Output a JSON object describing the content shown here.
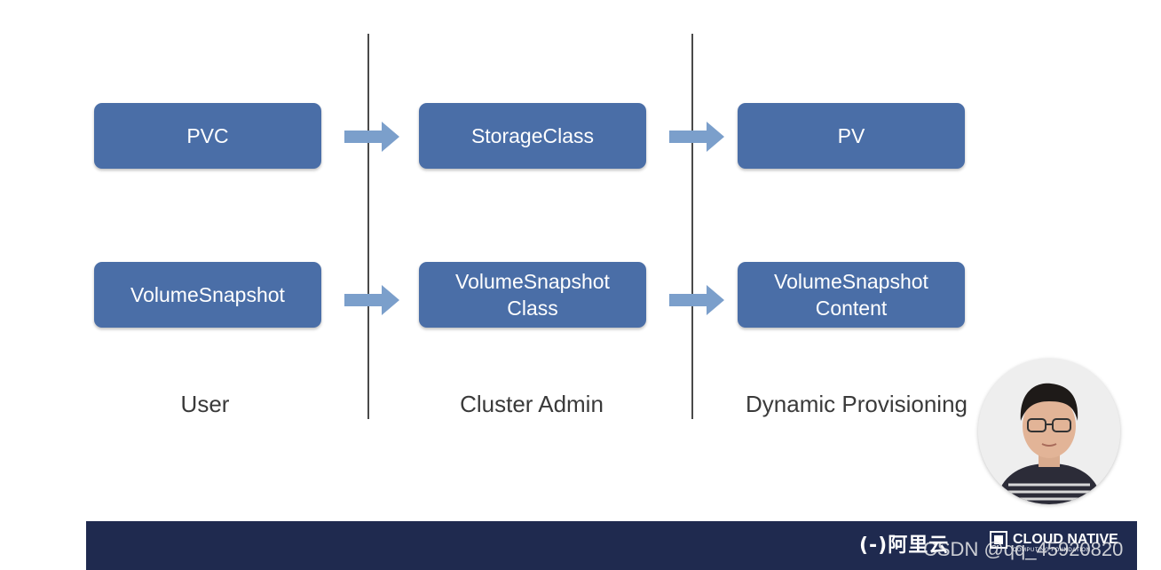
{
  "rows": {
    "user": [
      "PVC",
      "VolumeSnapshot"
    ],
    "cluster_admin": [
      "StorageClass",
      [
        "VolumeSnapshot",
        "Class"
      ]
    ],
    "dynamic": [
      "PV",
      [
        "VolumeSnapshot",
        "Content"
      ]
    ]
  },
  "lanes": {
    "user": "User",
    "cluster_admin": "Cluster Admin",
    "dynamic": "Dynamic Provisioning"
  },
  "footer": {
    "aliyun_logo": "(-)阿里云",
    "cloud_native_logo": "CLOUD NATIVE",
    "cloud_native_sub": "COMPUTING FOUNDATION",
    "watermark": "CSDN @qq_45920820"
  },
  "colors": {
    "box": "#4a6ea7",
    "arrow": "#7b9fcb",
    "footer": "#1f2a4f",
    "divider": "#4a4a4a"
  }
}
